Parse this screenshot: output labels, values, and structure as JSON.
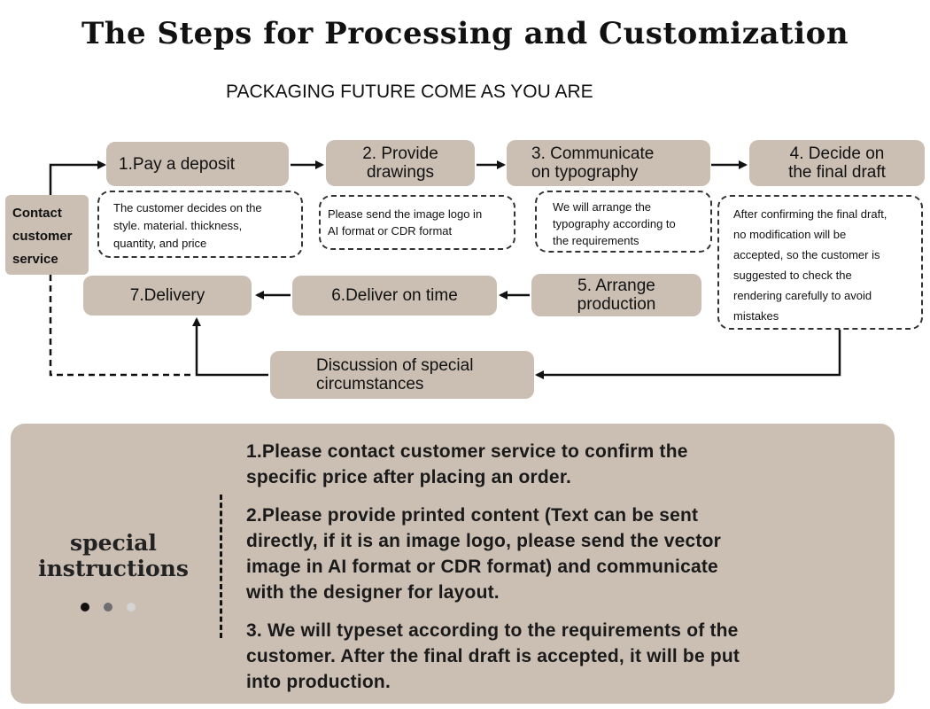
{
  "title": "The Steps for Processing and Customization",
  "subtitle": "PACKAGING FUTURE COME AS YOU ARE",
  "contact": {
    "line1": "Contact",
    "line2": "customer",
    "line3": "service"
  },
  "steps": {
    "step1": "1.Pay a deposit",
    "step2_line1": "2. Provide",
    "step2_line2": "drawings",
    "step3_line1": "3. Communicate",
    "step3_line2": "on typography",
    "step4_line1": "4. Decide on",
    "step4_line2": "the final draft",
    "step5_line1": "5. Arrange",
    "step5_line2": "production",
    "step6": "6.Deliver on time",
    "step7": "7.Delivery",
    "special_line1": "Discussion of special",
    "special_line2": "circumstances"
  },
  "notes": {
    "note1": [
      "The customer decides on the",
      "style. material. thickness,",
      "quantity, and price"
    ],
    "note2": [
      "Please send the image logo in",
      "AI format or CDR format"
    ],
    "note3": [
      "We will arrange the",
      "typography according to",
      "the requirements"
    ],
    "note4": [
      "After confirming the final draft,",
      "no modification will be",
      "accepted, so the customer is",
      "suggested to check the",
      "rendering carefully to avoid",
      "mistakes"
    ]
  },
  "instructions": {
    "heading_line1": "special",
    "heading_line2": "instructions",
    "items": [
      [
        "1.Please contact customer service to confirm the",
        "specific price after placing an order."
      ],
      [
        "2.Please provide printed content (Text can be sent",
        "directly, if it is an image logo, please send the vector",
        "image in AI format or CDR format) and communicate",
        "with the designer for layout."
      ],
      [
        "3. We will typeset according to the requirements of the",
        "customer. After the final draft is accepted, it will be put",
        "into production."
      ]
    ]
  },
  "colors": {
    "box_fill": "#cbbeb3",
    "text": "#111111",
    "dots": [
      "#111111",
      "#6e6e6e",
      "#c8c8c8"
    ]
  }
}
